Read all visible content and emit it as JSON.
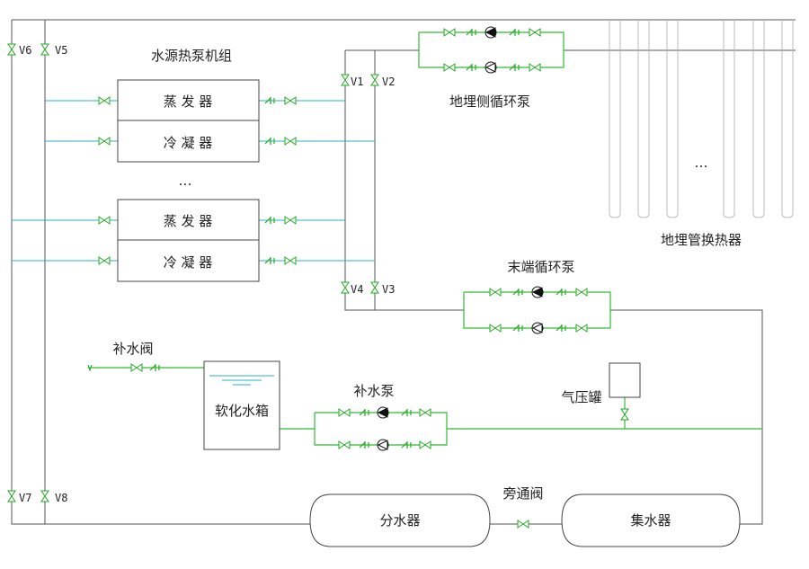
{
  "labels": {
    "heat_pump_unit": "水源热泵机组",
    "evaporator": "蒸 发 器",
    "condenser": "冷 凝 器",
    "ellipsis": "…",
    "ground_pump": "地埋侧循环泵",
    "ground_hx": "地埋管换热器",
    "hx_dots": "…",
    "end_pump": "末端循环泵",
    "makeup_valve": "补水阀",
    "soft_tank": "软化水箱",
    "makeup_pump": "补水泵",
    "pressure_tank": "气压罐",
    "distributor": "分水器",
    "collector": "集水器",
    "bypass_valve": "旁通阀"
  },
  "valves": {
    "v1": "V1",
    "v2": "V2",
    "v3": "V3",
    "v4": "V4",
    "v5": "V5",
    "v6": "V6",
    "v7": "V7",
    "v8": "V8"
  },
  "colors": {
    "pipe_main": "#555555",
    "pipe_green": "#33bb33",
    "pipe_cyan": "#2bb3c0",
    "valve": "#22aa22",
    "pump_fill": "#111111",
    "water": "#2bb3c0"
  }
}
